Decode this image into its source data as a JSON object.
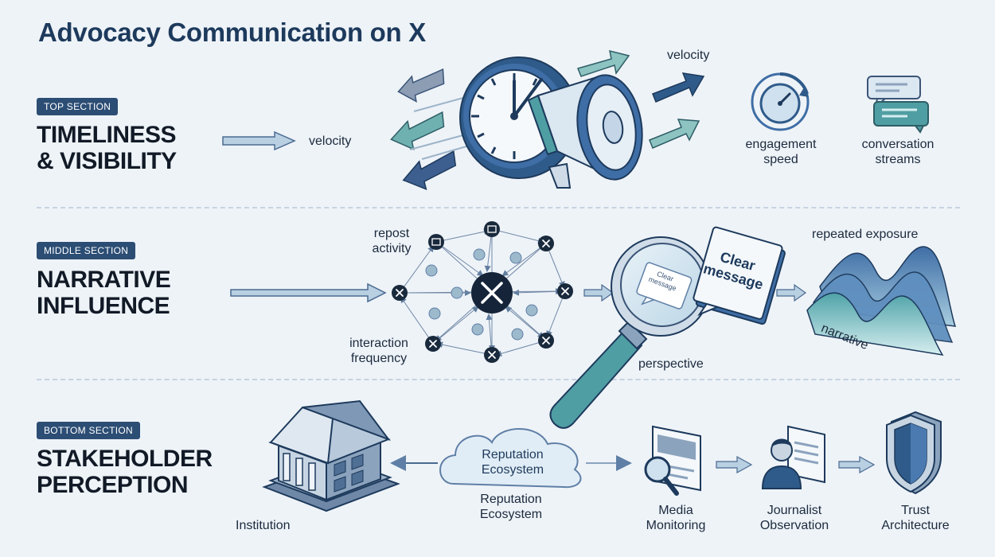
{
  "title": "Advocacy Communication on X",
  "sections": {
    "top": {
      "badge": "TOP SECTION",
      "heading_line1": "TIMELINESS",
      "heading_line2": "& VISIBILITY",
      "labels": {
        "velocity_left": "velocity",
        "velocity_right": "velocity",
        "engagement_line1": "engagement",
        "engagement_line2": "speed",
        "conversation_line1": "conversation",
        "conversation_line2": "streams"
      }
    },
    "middle": {
      "badge": "MIDDLE SECTION",
      "heading_line1": "NARRATIVE",
      "heading_line2": "INFLUENCE",
      "labels": {
        "repost_line1": "repost",
        "repost_line2": "activity",
        "interaction_line1": "interaction",
        "interaction_line2": "frequency",
        "perspective": "perspective",
        "clear_message_small": "Clear message",
        "clear_message_big_line1": "Clear",
        "clear_message_big_line2": "message",
        "repeated_exposure": "repeated exposure",
        "narrative": "narrative"
      }
    },
    "bottom": {
      "badge": "BOTTOM SECTION",
      "heading_line1": "STAKEHOLDER",
      "heading_line2": "PERCEPTION",
      "labels": {
        "institution": "Institution",
        "cloud_line1": "Reputation",
        "cloud_line2": "Ecosystem",
        "under_cloud_line1": "Reputation",
        "under_cloud_line2": "Ecosystem",
        "media_line1": "Media",
        "media_line2": "Monitoring",
        "journalist_line1": "Journalist",
        "journalist_line2": "Observation",
        "trust_line1": "Trust",
        "trust_line2": "Architecture"
      }
    }
  },
  "colors": {
    "navy": "#1d3a5c",
    "teal": "#4f9ea3",
    "steel": "#5f7fa6",
    "light": "#cfe0ee",
    "background": "#eef3f8"
  }
}
